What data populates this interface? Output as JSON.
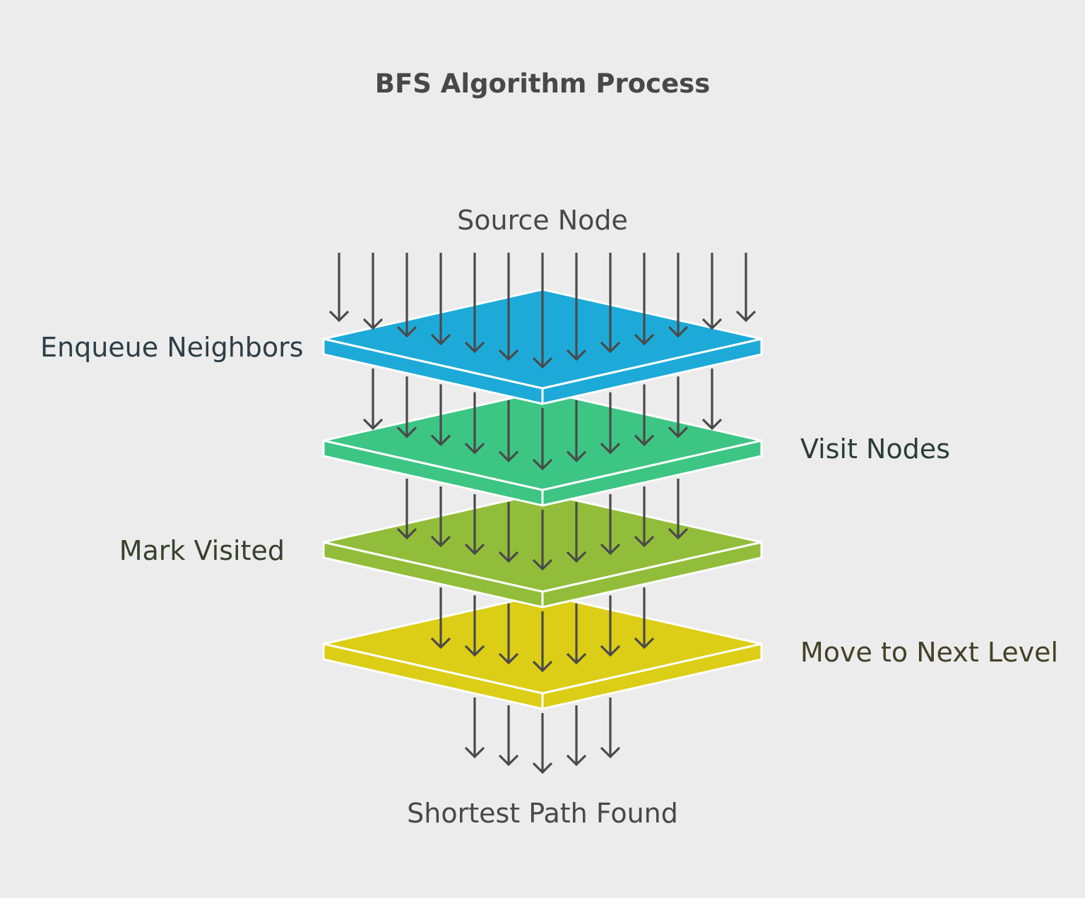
{
  "title": "BFS Algorithm Process",
  "source_label": "Source Node",
  "result_label": "Shortest Path Found",
  "layers": [
    {
      "label": "Enqueue Neighbors",
      "color": "#1eaad8",
      "label_color": "#2d3e46",
      "side": "left"
    },
    {
      "label": "Visit Nodes",
      "color": "#3dc584",
      "label_color": "#2b3d36",
      "side": "right"
    },
    {
      "label": "Mark Visited",
      "color": "#92bd3a",
      "label_color": "#3a3f2b",
      "side": "left"
    },
    {
      "label": "Move to Next Level",
      "color": "#dccd16",
      "label_color": "#454128",
      "side": "right"
    }
  ],
  "colors": {
    "background": "#ececec",
    "arrow": "#4a4a4a",
    "text": "#484848"
  }
}
